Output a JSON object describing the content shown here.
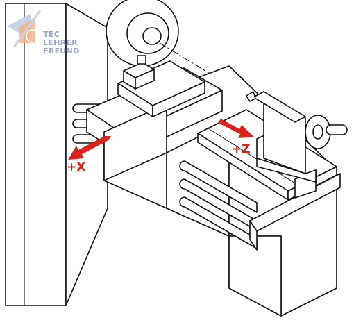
{
  "logo": {
    "line1": "TEC",
    "line2": "LEHRER",
    "line3": "FREUND",
    "text_color": "#9aa7c8",
    "accent_color": "#f2b48c"
  },
  "axes": {
    "x": {
      "label": "+X",
      "color": "#e0201c"
    },
    "z": {
      "label": "+Z",
      "color": "#e0201c"
    }
  },
  "colors": {
    "line": "#111111",
    "fill": "#ffffff",
    "arrow": "#e0201c"
  }
}
